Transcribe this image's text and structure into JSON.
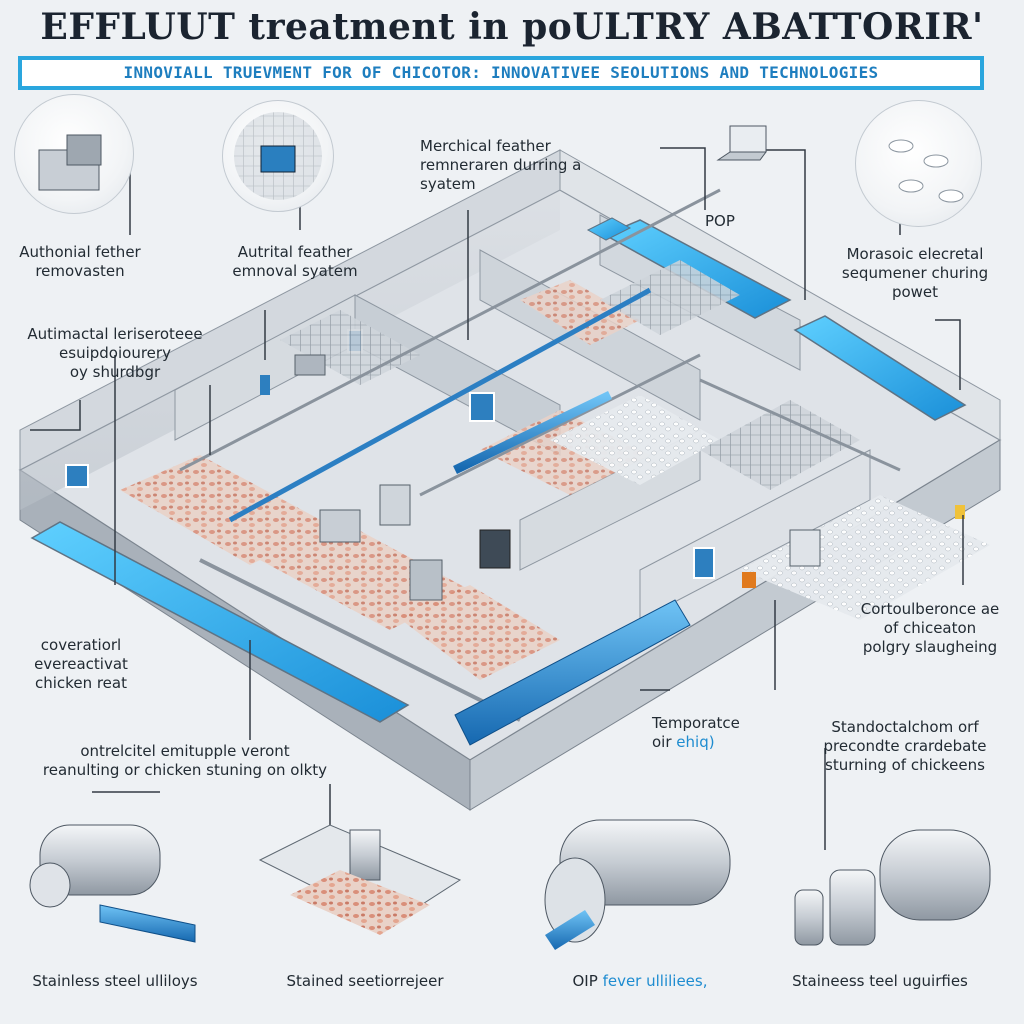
{
  "header": {
    "title": "EFFLUUT treatment in poULTRY ABATTORIR'",
    "subtitle": "INNOVIALL TRUEVMENT FOR OF CHICOTOR: INNOVATIVEE SEOLUTIONS AND TECHNOLOGIES"
  },
  "labels": {
    "top_left_1": [
      "Authonial fether",
      "removasten"
    ],
    "top_left_2": [
      "Autrital feather",
      "emnoval syatem"
    ],
    "top_center": [
      "Merchical feather",
      "remneraren durring a",
      "syatem"
    ],
    "pop": "POP",
    "top_right": [
      "Morasoic elecretal",
      "sequmener churing",
      "powet"
    ],
    "left_mid": [
      "Autimactal leriseroteee",
      "esuipdoiourery",
      "oy shurdbgr"
    ],
    "right_mid": [
      "Cortoulberonce ae",
      "of chiceaton",
      "polgry slaugheing"
    ],
    "left_low": [
      "coveratiorl",
      "evereactivat",
      "chicken reat"
    ],
    "center_low_1": "Temporatce",
    "center_low_2_a": "oir",
    "center_low_2_b": "ehiq)",
    "right_low": [
      "Standoctalchom orf",
      "precondte crardebate",
      "sturning of chickeens"
    ],
    "bottom_center_long": [
      "ontrelcitel emitupple veront",
      "reanulting or chicken stuning on olkty"
    ],
    "bottom_1": "Stainless steel ulliloys",
    "bottom_2": "Stained seetiorrejeer",
    "bottom_3_a": "OIP",
    "bottom_3_b": "fever ulliliees,",
    "bottom_4": "Staineess teel uguirfies"
  }
}
